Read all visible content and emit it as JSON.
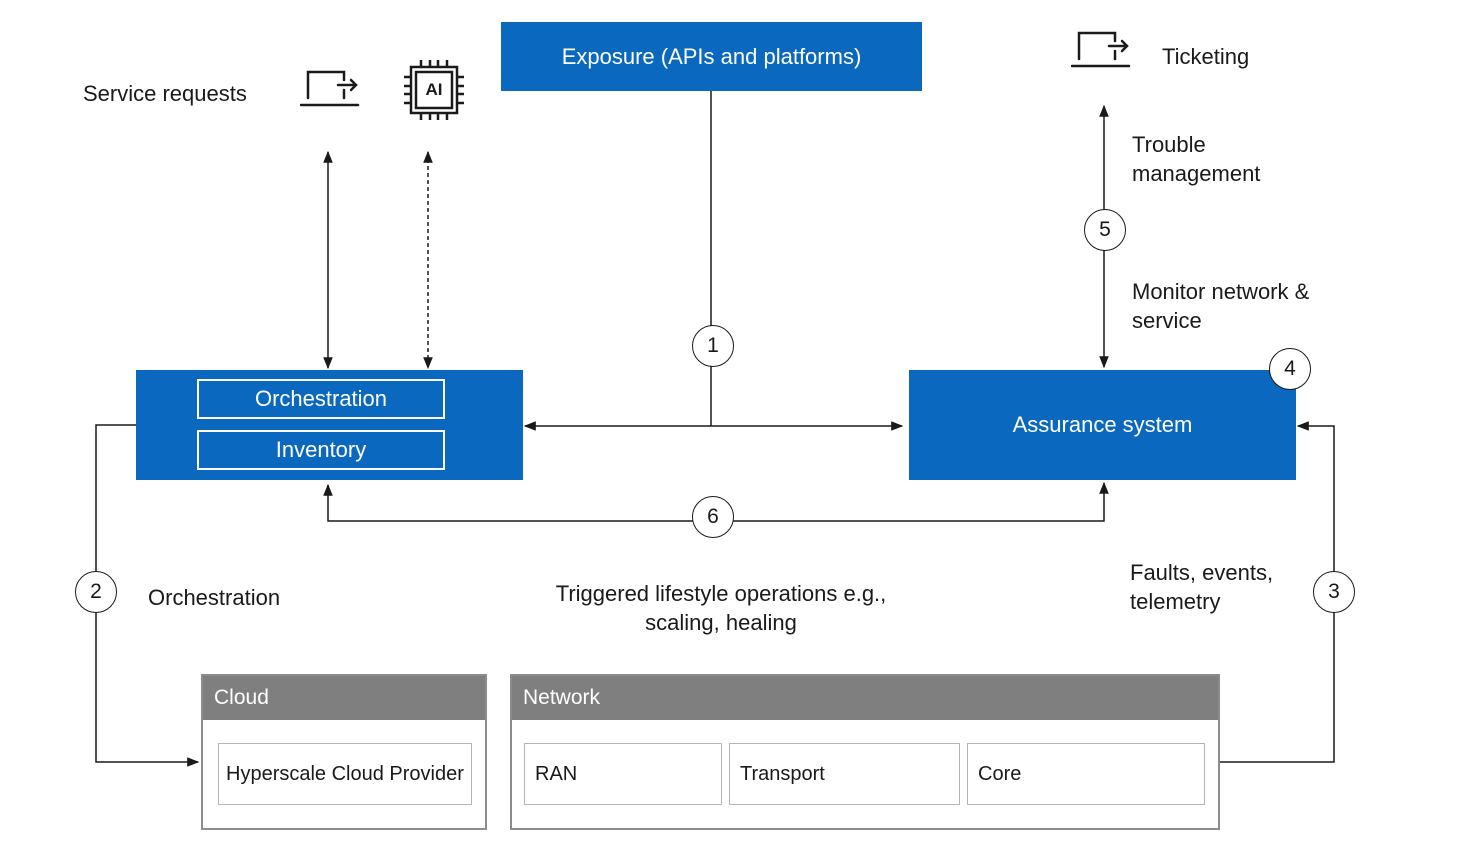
{
  "exposure": {
    "label": "Exposure (APIs and platforms)"
  },
  "left_top": {
    "service_requests": "Service requests"
  },
  "ai_chip": {
    "label": "AI"
  },
  "right_top": {
    "ticketing": "Ticketing",
    "trouble_management": [
      "Trouble",
      "management"
    ],
    "monitor": [
      "Monitor network &",
      "service"
    ]
  },
  "orchestration_block": {
    "orchestration": "Orchestration",
    "inventory": "Inventory"
  },
  "assurance": {
    "label": "Assurance system"
  },
  "steps": {
    "s1": "1",
    "s2": "2",
    "s3": "3",
    "s4": "4",
    "s5": "5",
    "s6": "6"
  },
  "side_labels": {
    "orchestration": "Orchestration",
    "triggered": [
      "Triggered lifestyle operations e.g.,",
      "scaling, healing"
    ],
    "faults": [
      "Faults, events,",
      "telemetry"
    ]
  },
  "cloud": {
    "title": "Cloud",
    "provider": "Hyperscale Cloud Provider"
  },
  "network": {
    "title": "Network",
    "ran": "RAN",
    "transport": "Transport",
    "core": "Core"
  },
  "colors": {
    "primary_blue": "#0a68bf",
    "panel_header": "#7f7f7f",
    "line": "#1a1a1a"
  },
  "icons": [
    "laptop-arrow-icon",
    "ai-chip-icon",
    "laptop-arrow-icon"
  ]
}
